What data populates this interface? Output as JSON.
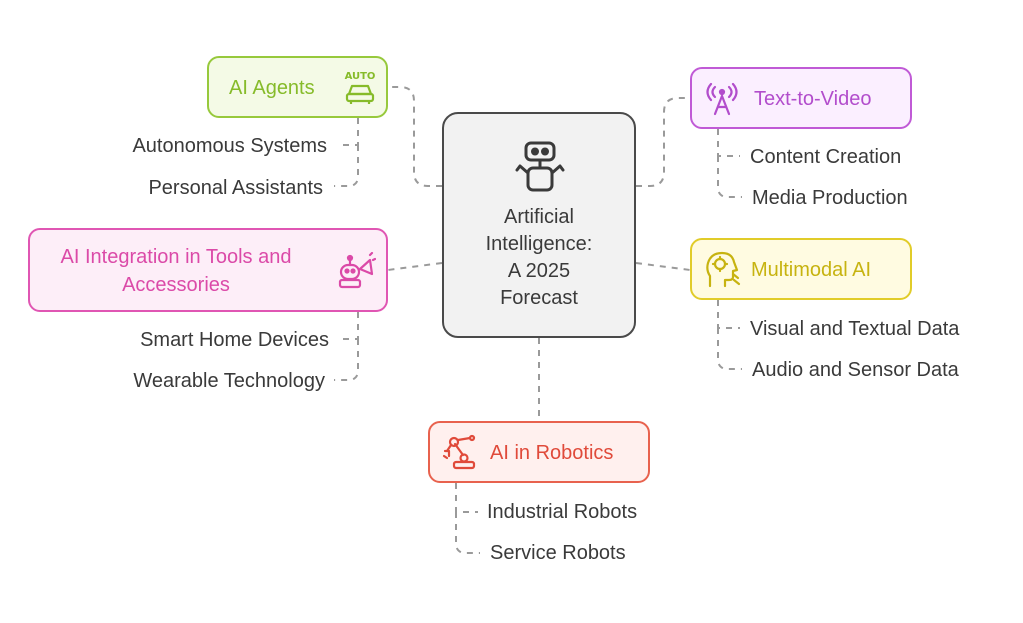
{
  "center": {
    "title_lines": [
      "Artificial",
      "Intelligence:",
      "A 2025",
      "Forecast"
    ],
    "icon": "robot-icon"
  },
  "branches": {
    "agents": {
      "label": "AI Agents",
      "icon": "auto-car-icon",
      "color": "#97c93c",
      "children": [
        "Autonomous Systems",
        "Personal Assistants"
      ]
    },
    "text_to_video": {
      "label": "Text-to-Video",
      "icon": "broadcast-icon",
      "color": "#c05ad6",
      "children": [
        "Content Creation",
        "Media Production"
      ]
    },
    "integration": {
      "label_line1": "AI Integration in Tools and",
      "label_line2": "Accessories",
      "icon": "robot-megaphone-icon",
      "color": "#e056b3",
      "children": [
        "Smart Home Devices",
        "Wearable Technology"
      ]
    },
    "multimodal": {
      "label": "Multimodal AI",
      "icon": "head-gear-icon",
      "color": "#e1cc29",
      "children": [
        "Visual and Textual Data",
        "Audio and Sensor Data"
      ]
    },
    "robotics": {
      "label": "AI in Robotics",
      "icon": "robot-arm-icon",
      "color": "#e8624e",
      "children": [
        "Industrial Robots",
        "Service Robots"
      ]
    }
  }
}
